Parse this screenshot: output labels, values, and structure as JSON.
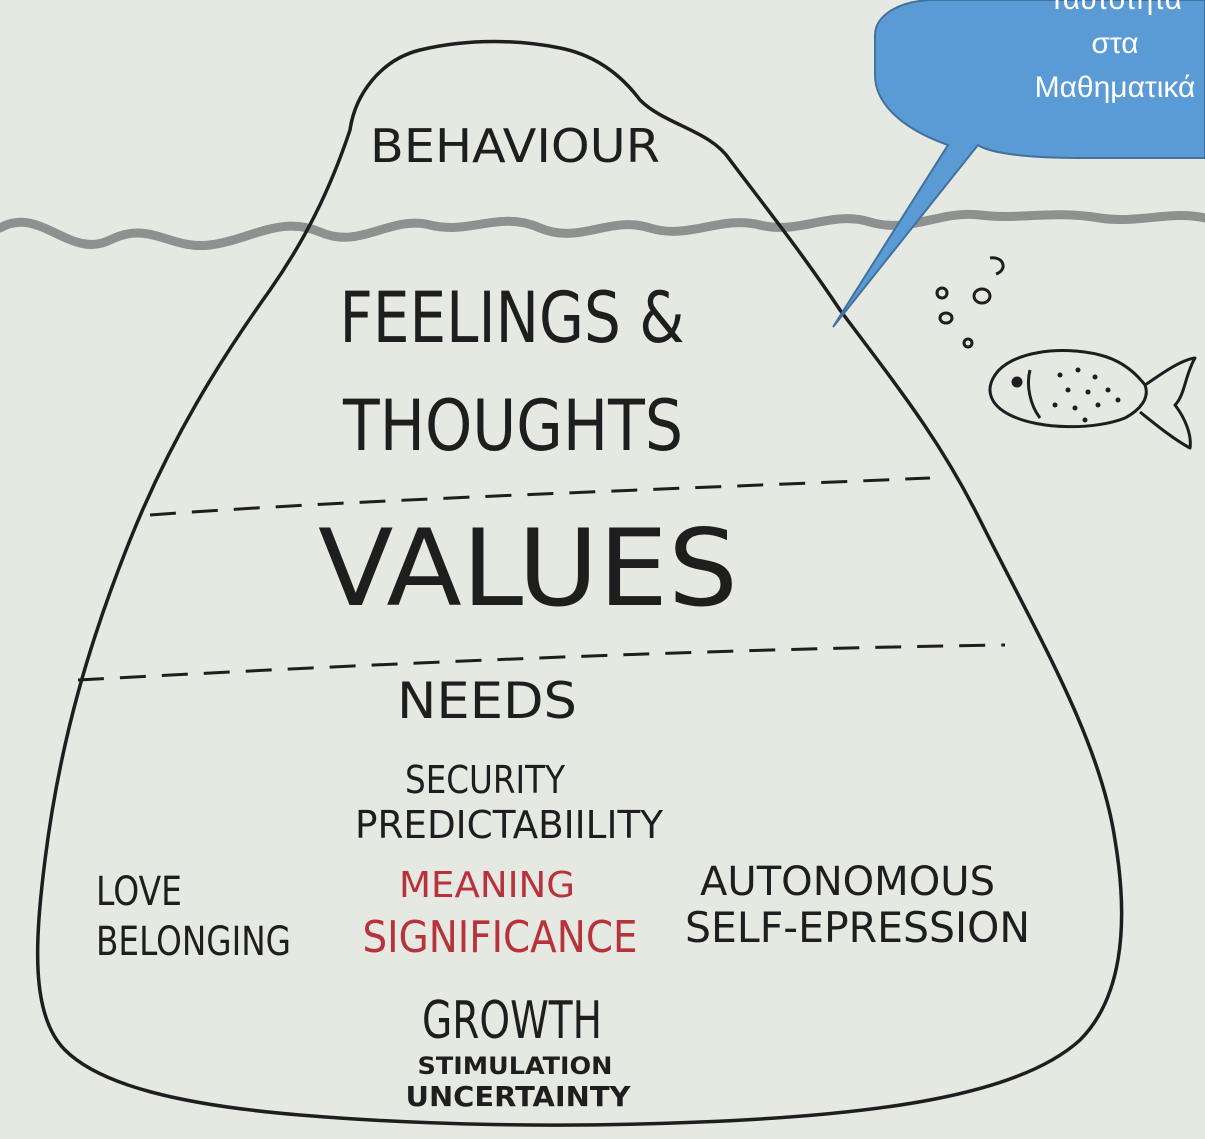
{
  "diagram": {
    "top": "BEHAVIOUR",
    "middle_line1": "FEELINGS &",
    "middle_line2": "THOUGHTS",
    "values": "VALUES",
    "needs_title": "NEEDS",
    "needs": {
      "security": "SECURITY",
      "predictability": "PREDICTABIILITY",
      "meaning": "MEANING",
      "significance": "SIGNIFICANCE",
      "love": "LOVE",
      "belonging": "BELONGING",
      "autonomous": "AUTONOMOUS",
      "self_expression": "SELF-EPRESSION",
      "growth": "GROWTH",
      "stimulation": "STIMULATION",
      "uncertainty": "UNCERTAINTY"
    }
  },
  "callout": {
    "line1": "Ταυτότητα",
    "line2": "στα",
    "line3": "Μαθηματικά"
  },
  "colors": {
    "background": "#e6e8e2",
    "ink": "#1e1e1e",
    "water": "#8f9090",
    "accent_red": "#b8323c",
    "callout_fill": "#5b9bd5",
    "callout_stroke": "#41719c"
  },
  "icons": [
    "fish-icon",
    "bubbles-icon"
  ]
}
